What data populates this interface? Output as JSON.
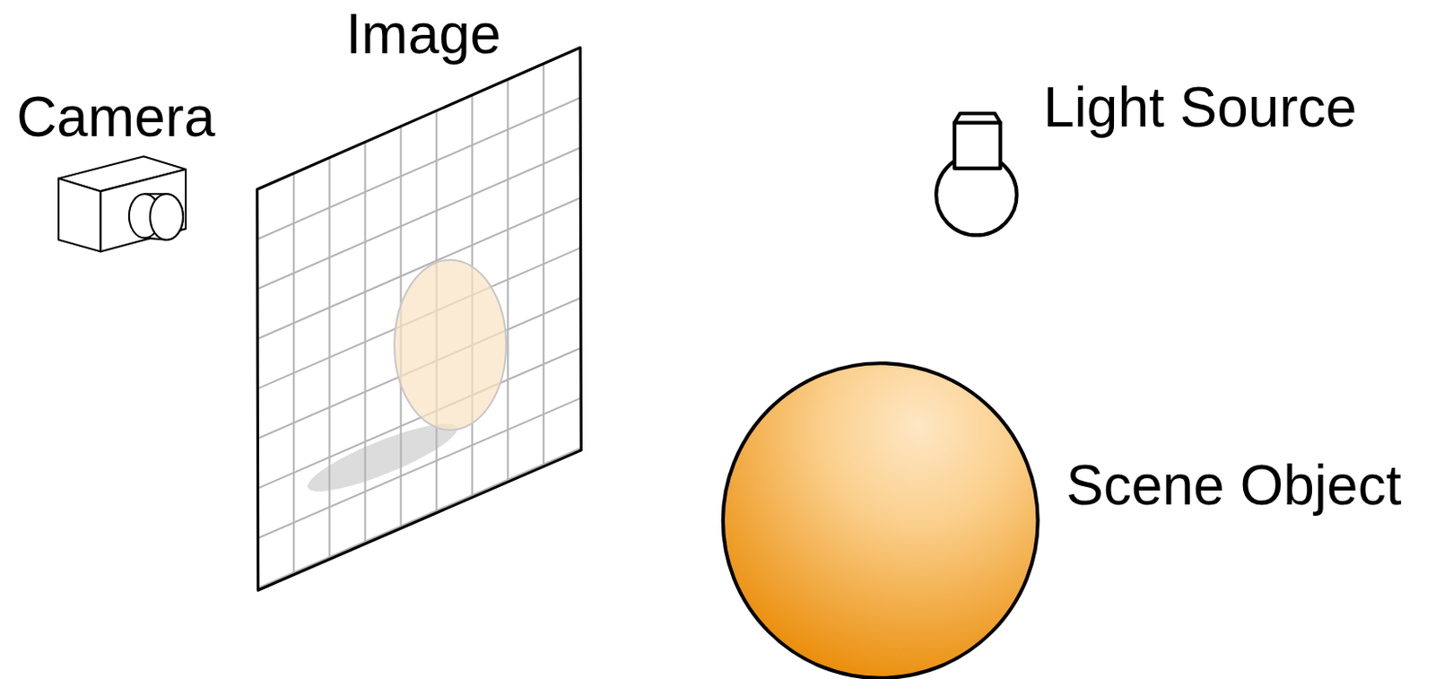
{
  "diagram": {
    "labels": [
      "Image",
      "Camera",
      "Light Source",
      "Scene Object"
    ]
  }
}
